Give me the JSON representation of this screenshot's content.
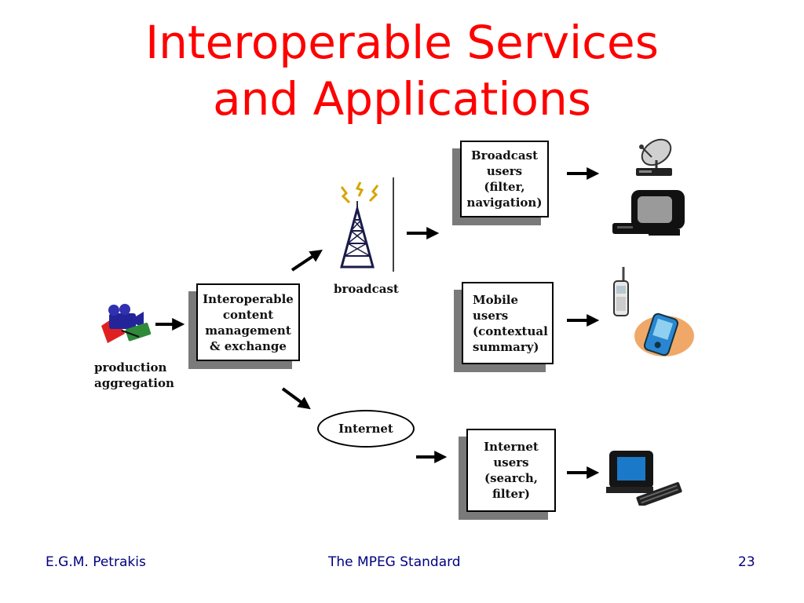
{
  "slide": {
    "title_line1": "Interoperable Services",
    "title_line2": "and Applications"
  },
  "nodes": {
    "production": {
      "line1": "production",
      "line2": "aggregation"
    },
    "content_mgmt": {
      "line1": "Interoperable",
      "line2": "content",
      "line3": "management",
      "line4": "& exchange"
    },
    "broadcast": "broadcast",
    "internet": "Internet",
    "broadcast_users": {
      "line1": "Broadcast",
      "line2": "users",
      "line3": "(filter,",
      "line4": "navigation)"
    },
    "mobile_users": {
      "line1": "Mobile",
      "line2": "users",
      "line3": "(contextual",
      "line4": "summary)"
    },
    "internet_users": {
      "line1": "Internet",
      "line2": "users",
      "line3": "(search,",
      "line4": "filter)"
    }
  },
  "icons": [
    "camera-icon",
    "broadcast-tower-icon",
    "satellite-dish-icon",
    "television-icon",
    "mobile-phone-icon",
    "pda-icon",
    "computer-icon"
  ],
  "footer": {
    "author": "E.G.M. Petrakis",
    "topic": "The MPEG Standard",
    "page": "23"
  },
  "colors": {
    "title": "#ff0000",
    "footer": "#000080",
    "shadow": "#7a7a7a"
  }
}
